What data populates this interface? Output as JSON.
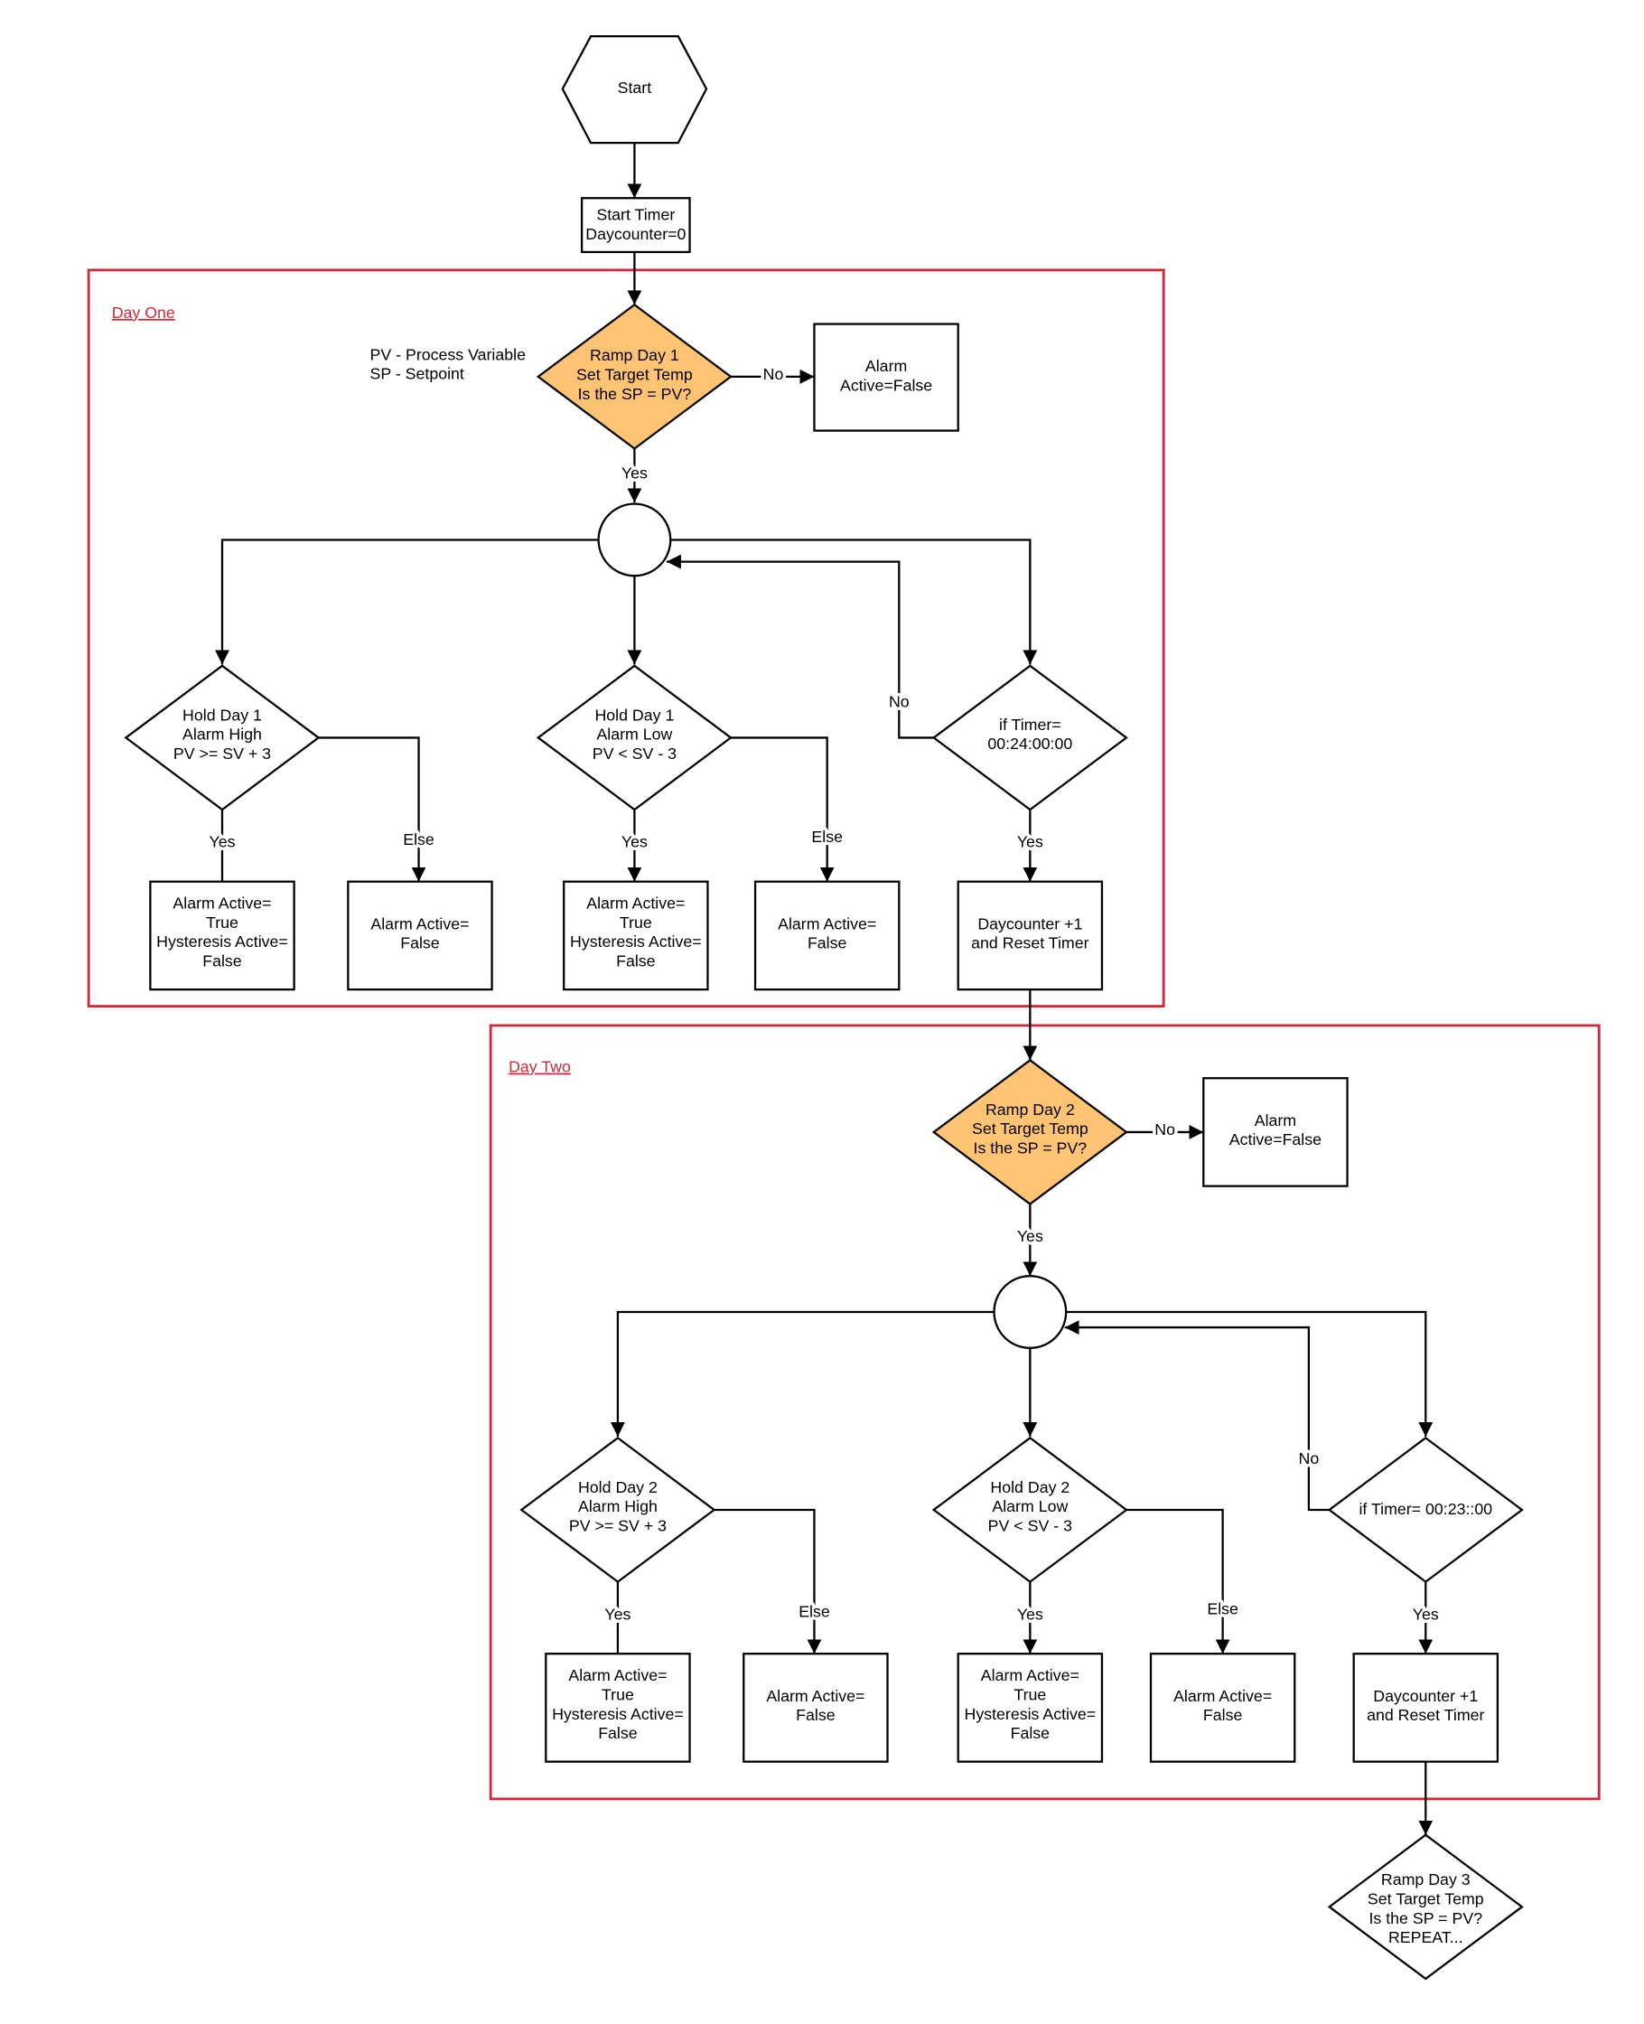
{
  "start": "Start",
  "start_timer": [
    "Start Timer",
    "Daycounter=0"
  ],
  "legend": [
    "PV - Process Variable",
    "SP - Setpoint"
  ],
  "day1": {
    "title": "Day One",
    "ramp": [
      "Ramp Day 1",
      "Set Target Temp",
      "Is the SP = PV?"
    ],
    "no": "No",
    "alarm": [
      "Alarm",
      "Active=False"
    ],
    "yes": "Yes",
    "high": [
      "Hold Day 1",
      "Alarm High",
      "PV >= SV + 3"
    ],
    "low": [
      "Hold Day 1",
      "Alarm Low",
      "PV < SV - 3"
    ],
    "timer": [
      "if Timer=",
      "00:24:00:00"
    ],
    "timer_no": "No",
    "high_yes": "Yes",
    "high_else": "Else",
    "low_yes": "Yes",
    "low_else": "Else",
    "timer_yes": "Yes",
    "high_yes_box": [
      "Alarm Active=",
      "True",
      "Hysteresis Active=",
      "False"
    ],
    "high_else_box": [
      "Alarm Active=",
      "False"
    ],
    "low_yes_box": [
      "Alarm Active=",
      "True",
      "Hysteresis Active=",
      "False"
    ],
    "low_else_box": [
      "Alarm  Active=",
      "False"
    ],
    "day_box": [
      "Daycounter +1",
      "and Reset Timer"
    ]
  },
  "day2": {
    "title": "Day Two",
    "ramp": [
      "Ramp Day 2",
      "Set Target Temp",
      "Is the SP = PV?"
    ],
    "no": "No",
    "alarm": [
      "Alarm",
      "Active=False"
    ],
    "yes": "Yes",
    "high": [
      "Hold Day 2",
      "Alarm High",
      "PV >= SV + 3"
    ],
    "low": [
      "Hold Day 2",
      "Alarm Low",
      "PV < SV - 3"
    ],
    "timer": [
      "if Timer= 00:23::00"
    ],
    "timer_no": "No",
    "high_yes": "Yes",
    "high_else": "Else",
    "low_yes": "Yes",
    "low_else": "Else",
    "timer_yes": "Yes",
    "high_yes_box": [
      "Alarm Active=",
      "True",
      "Hysteresis Active=",
      "False"
    ],
    "high_else_box": [
      "Alarm  Active=",
      "False"
    ],
    "low_yes_box": [
      "Alarm Active=",
      "True",
      "Hysteresis Active=",
      "False"
    ],
    "low_else_box": [
      "Alarm  Active=",
      "False"
    ],
    "day_box": [
      "Daycounter +1",
      "and Reset Timer"
    ]
  },
  "ramp3": [
    "Ramp Day 3",
    "Set Target Temp",
    "Is the SP = PV?",
    "REPEAT..."
  ],
  "colors": {
    "decision_fill": "#fec373",
    "frame": "#d0293a",
    "line": "#000000"
  }
}
